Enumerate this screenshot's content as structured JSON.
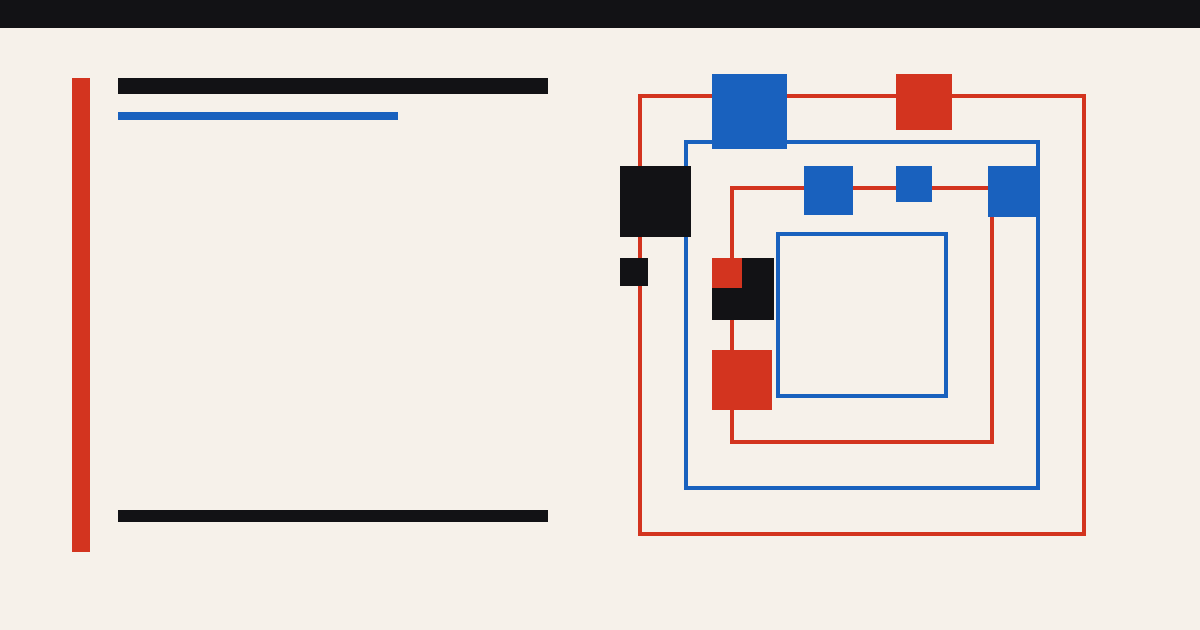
{
  "colors": {
    "background": "#f6f1ea",
    "ink": "#121215",
    "red": "#d3341f",
    "blue": "#1961be"
  },
  "layers": {
    "top_bar": "ink",
    "left_accent": "red",
    "title_rule": "ink",
    "subtitle_rule": "blue",
    "footer_rule": "ink",
    "frames": [
      "red",
      "blue",
      "red",
      "blue"
    ],
    "blocks": {
      "blue_top": "blue",
      "red_top": "red",
      "black_left": "ink",
      "blue_small_1": "blue",
      "blue_small_2": "blue",
      "blue_right": "blue",
      "black_small": "ink",
      "black_mid": "ink",
      "red_small": "red",
      "red_bottom": "red"
    }
  }
}
